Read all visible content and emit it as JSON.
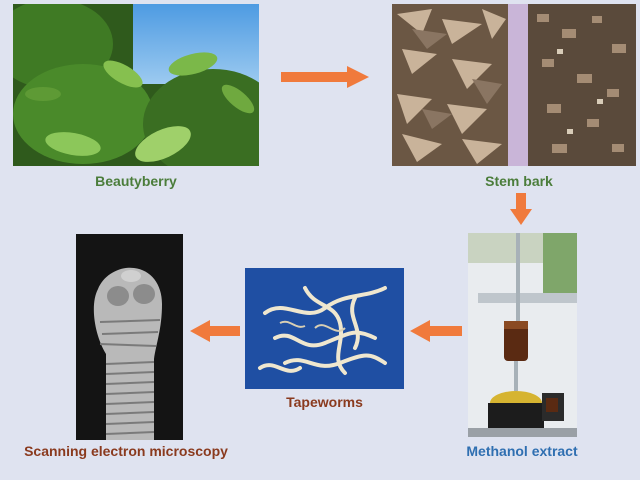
{
  "steps": {
    "beautyberry": {
      "label": "Beautyberry"
    },
    "stem_bark": {
      "label": "Stem bark"
    },
    "methanol_extract": {
      "label": "Methanol extract"
    },
    "tapeworms": {
      "label": "Tapeworms"
    },
    "sem": {
      "label": "Scanning electron microscopy"
    }
  },
  "colors": {
    "background": "#dfe3f0",
    "arrow": "#f07a3c",
    "label_green": "#4b7d3b",
    "label_brown": "#8a3a1e",
    "label_blue": "#2f6fb1"
  }
}
